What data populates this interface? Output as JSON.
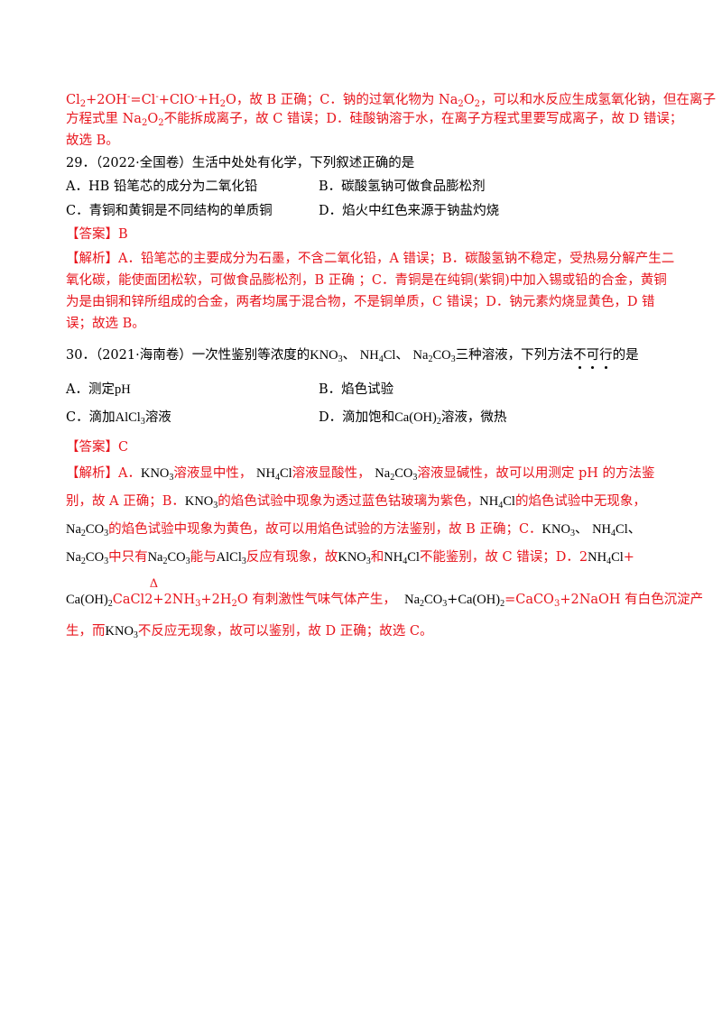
{
  "prev_analysis": {
    "l1_a": "Cl",
    "l1_a_sub": "2",
    "l1_b": "+2OH",
    "l1_b_sup": "-",
    "l1_c": "=Cl",
    "l1_c_sup": "-",
    "l1_d": "+ClO",
    "l1_d_sup": "-",
    "l1_e": "+H",
    "l1_e_sub": "2",
    "l1_f": "O，故 B 正确；C．钠的过氧化物为 Na",
    "l1_f_sub": "2",
    "l1_g": "O",
    "l1_g_sub": "2",
    "l1_h": "，可以和水反应生成氢氧化钠，但在离子",
    "l2_a": "方程式里 Na",
    "l2_a_sub": "2",
    "l2_b": "O",
    "l2_b_sub": "2",
    "l2_c": "不能拆成离子，故 C 错误；D．硅酸钠溶于水，在离子方程式里要写成离子，故 D 错误；",
    "l3": "故选 B。"
  },
  "q29": {
    "stem": "29．（2022·全国卷）生活中处处有化学，下列叙述正确的是",
    "optA": "A．HB 铅笔芯的成分为二氧化铅",
    "optB": "B．碳酸氢钠可做食品膨松剂",
    "optC": "C．青铜和黄铜是不同结构的单质铜",
    "optD": "D．焰火中红色来源于钠盐灼烧",
    "answer": "【答案】B",
    "analysis_1": "【解析】A．铅笔芯的主要成分为石墨，不含二氧化铅，A 错误；B．碳酸氢钠不稳定，受热易分解产生二",
    "analysis_2": "氧化碳，能使面团松软，可做食品膨松剂，B 正确 ；C．青铜是在纯铜(紫铜)中加入锡或铅的合金，黄铜",
    "analysis_3": "为是由铜和锌所组成的合金，两者均属于混合物，不是铜单质，C 错误；D．钠元素灼烧显黄色，D 错",
    "analysis_4": "误；故选 B。"
  },
  "q30": {
    "stem_a": "30．（2021·海南卷）一次性鉴别等浓度的",
    "kno3": "KNO",
    "sub3": "3",
    "sep": "、",
    "nh4cl_a": "NH",
    "sub4": "4",
    "nh4cl_b": "Cl",
    "na2co3_a": "Na",
    "sub2": "2",
    "na2co3_b": "CO",
    "stem_b": "三种溶液，下列方法",
    "stem_not1": "不",
    "stem_not2": "可",
    "stem_not3": "行",
    "stem_c": "的是",
    "optA_a": "A．测定",
    "optA_b": "pH",
    "optB": "B．焰色试验",
    "optC_a": "C．滴加",
    "optC_b": "AlCl",
    "optC_c": "溶液",
    "optD_a": "D．滴加饱和",
    "optD_b": "Ca",
    "optD_c": "(OH)",
    "optD_d": "溶液，微热",
    "answer": "【答案】C",
    "an1_a": "【解析】A．",
    "an1_b": "溶液显中性，",
    "an1_c": "溶液显酸性，",
    "an1_d": "溶液显碱性，故可以用测定 pH 的方法鉴",
    "an2_a": "别，故 A 正确；B．",
    "an2_b": "的焰色试验中现象为透过蓝色钴玻璃为紫色，",
    "an2_c": "的焰色试验中无现象，",
    "an3_a": "的焰色试验中现象为黄色，故可以用焰色试验的方法鉴别，故 B 正确；C．",
    "an4_a": "中只有",
    "an4_b": "能与",
    "an4_c": "反应有现象，故",
    "an4_d": "和",
    "an4_e": "不能鉴别，故 C 错误；D．2",
    "an4_f": "+",
    "an5_delta": "Δ",
    "an5_a": "CaCl2+2NH",
    "an5_b": "+2H",
    "an5_c": "O 有刺激性气味气体产生，",
    "an5_plus": "+",
    "an5_d": "=CaCO",
    "an5_e": "+2NaOH 有白色沉淀产",
    "an6_a": "生，而",
    "an6_b": "不反应无现象，故可以鉴别，故 D 正确；故选 C。"
  }
}
